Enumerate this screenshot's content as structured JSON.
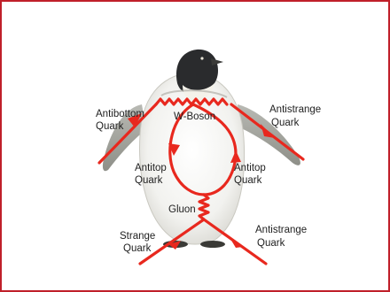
{
  "colors": {
    "frame": "#c0202a",
    "lines": "#e8281e",
    "text": "#222222"
  },
  "illustration": "penguin-photo",
  "labels": {
    "antibottom": [
      "Antibottom",
      "Quark"
    ],
    "w_boson": [
      "W-Boson"
    ],
    "antistrange_top": [
      "Antistrange",
      "Quark"
    ],
    "antitop_left": [
      "Antitop",
      "Quark"
    ],
    "antitop_right": [
      "Antitop",
      "Quark"
    ],
    "gluon": [
      "Gluon"
    ],
    "strange": [
      "Strange",
      "Quark"
    ],
    "antistrange_bottom": [
      "Antistrange",
      "Quark"
    ]
  }
}
